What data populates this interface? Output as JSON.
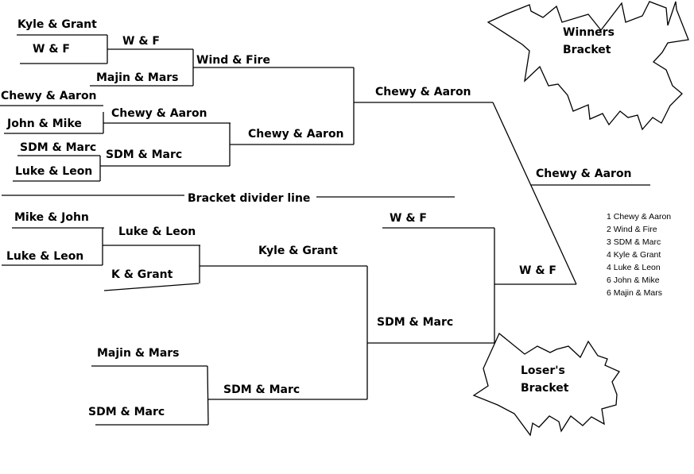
{
  "winners_bracket": {
    "title_line1": "Winners",
    "title_line2": "Bracket",
    "round1": [
      "Kyle & Grant",
      "W & F",
      "Majin & Mars",
      "Chewy & Aaron",
      "John & Mike",
      "SDM & Marc",
      "Luke & Leon"
    ],
    "round2": [
      "W & F",
      "Chewy & Aaron",
      "SDM & Marc"
    ],
    "round3": [
      "Wind & Fire",
      "Chewy & Aaron"
    ],
    "round4": [
      "Chewy & Aaron"
    ],
    "final": "Chewy & Aaron"
  },
  "divider_label": "Bracket divider line",
  "losers_bracket": {
    "title_line1": "Loser's",
    "title_line2": "Bracket",
    "round1": [
      "Mike & John",
      "Luke & Leon",
      "K & Grant",
      "Majin & Mars",
      "SDM & Marc"
    ],
    "round2": [
      "Luke & Leon",
      "Kyle & Grant",
      "SDM & Marc"
    ],
    "round3": [
      "SDM & Marc",
      "W & F"
    ],
    "final": "W & F"
  },
  "standings": [
    "1 Chewy & Aaron",
    "2 Wind & Fire",
    "3 SDM & Marc",
    "4 Kyle & Grant",
    "4 Luke & Leon",
    "6 John & Mike",
    "6 Majin & Mars"
  ]
}
